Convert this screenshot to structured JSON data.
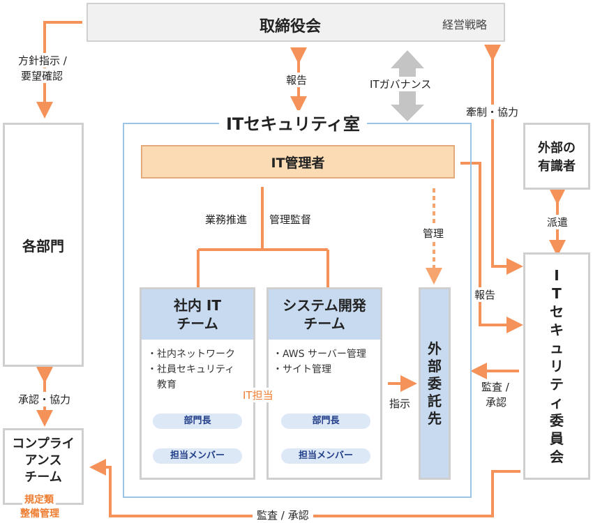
{
  "board": {
    "title": "取締役会",
    "strategy": "経営戦略"
  },
  "labels": {
    "policy_line1": "方針指示 /",
    "policy_line2": "要望確認",
    "report_top": "報告",
    "governance": "ITガバナンス",
    "cooperation_top": "牽制・協力",
    "dispatch": "派遣",
    "business_promotion": "業務推進",
    "management_supervision": "管理監督",
    "manage": "管理",
    "report_right": "報告",
    "audit_line1": "監査 /",
    "audit_line2": "承認",
    "instruction": "指示",
    "approval_cooperation": "承認・協力",
    "audit_bottom": "監査 / 承認",
    "it_tanto": "IT担当"
  },
  "departments": {
    "title": "各部門"
  },
  "security_room": {
    "title": "ITセキュリティ室",
    "manager": "IT管理者"
  },
  "internal_team": {
    "title_line1": "社内 IT",
    "title_line2": "チーム",
    "bullet1": "・社内ネットワーク",
    "bullet2": "・社員セキュリティ",
    "bullet2_cont": "教育",
    "head": "部門長",
    "member": "担当メンバー"
  },
  "system_team": {
    "title_line1": "システム開発",
    "title_line2": "チーム",
    "bullet1": "・AWS サーバー管理",
    "bullet2": "・サイト管理",
    "head": "部門長",
    "member": "担当メンバー"
  },
  "outsource": {
    "chars": [
      "外",
      "部",
      "委",
      "託",
      "先"
    ]
  },
  "external_experts": {
    "line1": "外部の",
    "line2": "有識者"
  },
  "committee": {
    "chars": [
      "I",
      "T",
      "セ",
      "キ",
      "ュ",
      "リ",
      "テ",
      "ィ",
      "委",
      "員",
      "会"
    ]
  },
  "compliance": {
    "line1": "コンプライ",
    "line2": "アンス",
    "line3": "チーム",
    "sub1": "規定類",
    "sub2": "整備管理"
  },
  "colors": {
    "orange": "#f5925a",
    "light_orange": "#fadbb4",
    "blue_border": "#9cc4e4",
    "team_blue": "#c8daf0"
  }
}
